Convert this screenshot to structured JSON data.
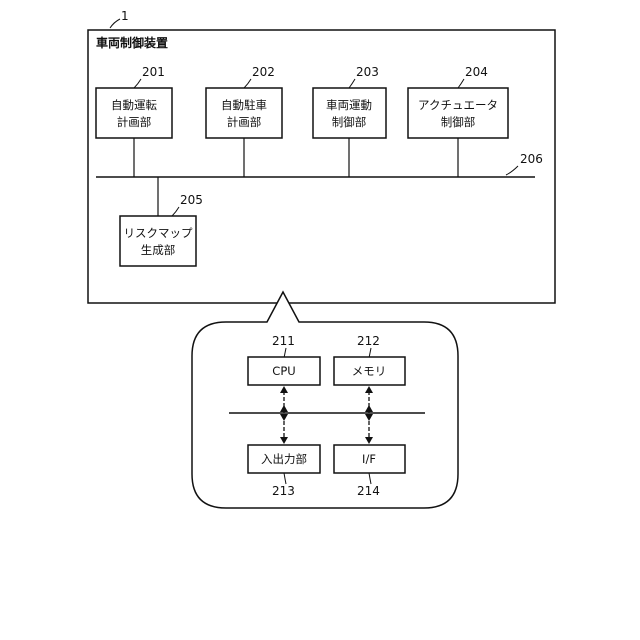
{
  "system_ref": "1",
  "system_title": "車両制御装置",
  "bus_ref": "206",
  "modules": {
    "m201": {
      "ref": "201",
      "line1": "自動運転",
      "line2": "計画部"
    },
    "m202": {
      "ref": "202",
      "line1": "自動駐車",
      "line2": "計画部"
    },
    "m203": {
      "ref": "203",
      "line1": "車両運動",
      "line2": "制御部"
    },
    "m204": {
      "ref": "204",
      "line1": "アクチュエータ",
      "line2": "制御部"
    },
    "m205": {
      "ref": "205",
      "line1": "リスクマップ",
      "line2": "生成部"
    }
  },
  "hardware": {
    "cpu": {
      "ref": "211",
      "label": "CPU"
    },
    "memory": {
      "ref": "212",
      "label": "メモリ"
    },
    "io": {
      "ref": "213",
      "label": "入出力部"
    },
    "if": {
      "ref": "214",
      "label": "I/F"
    }
  }
}
